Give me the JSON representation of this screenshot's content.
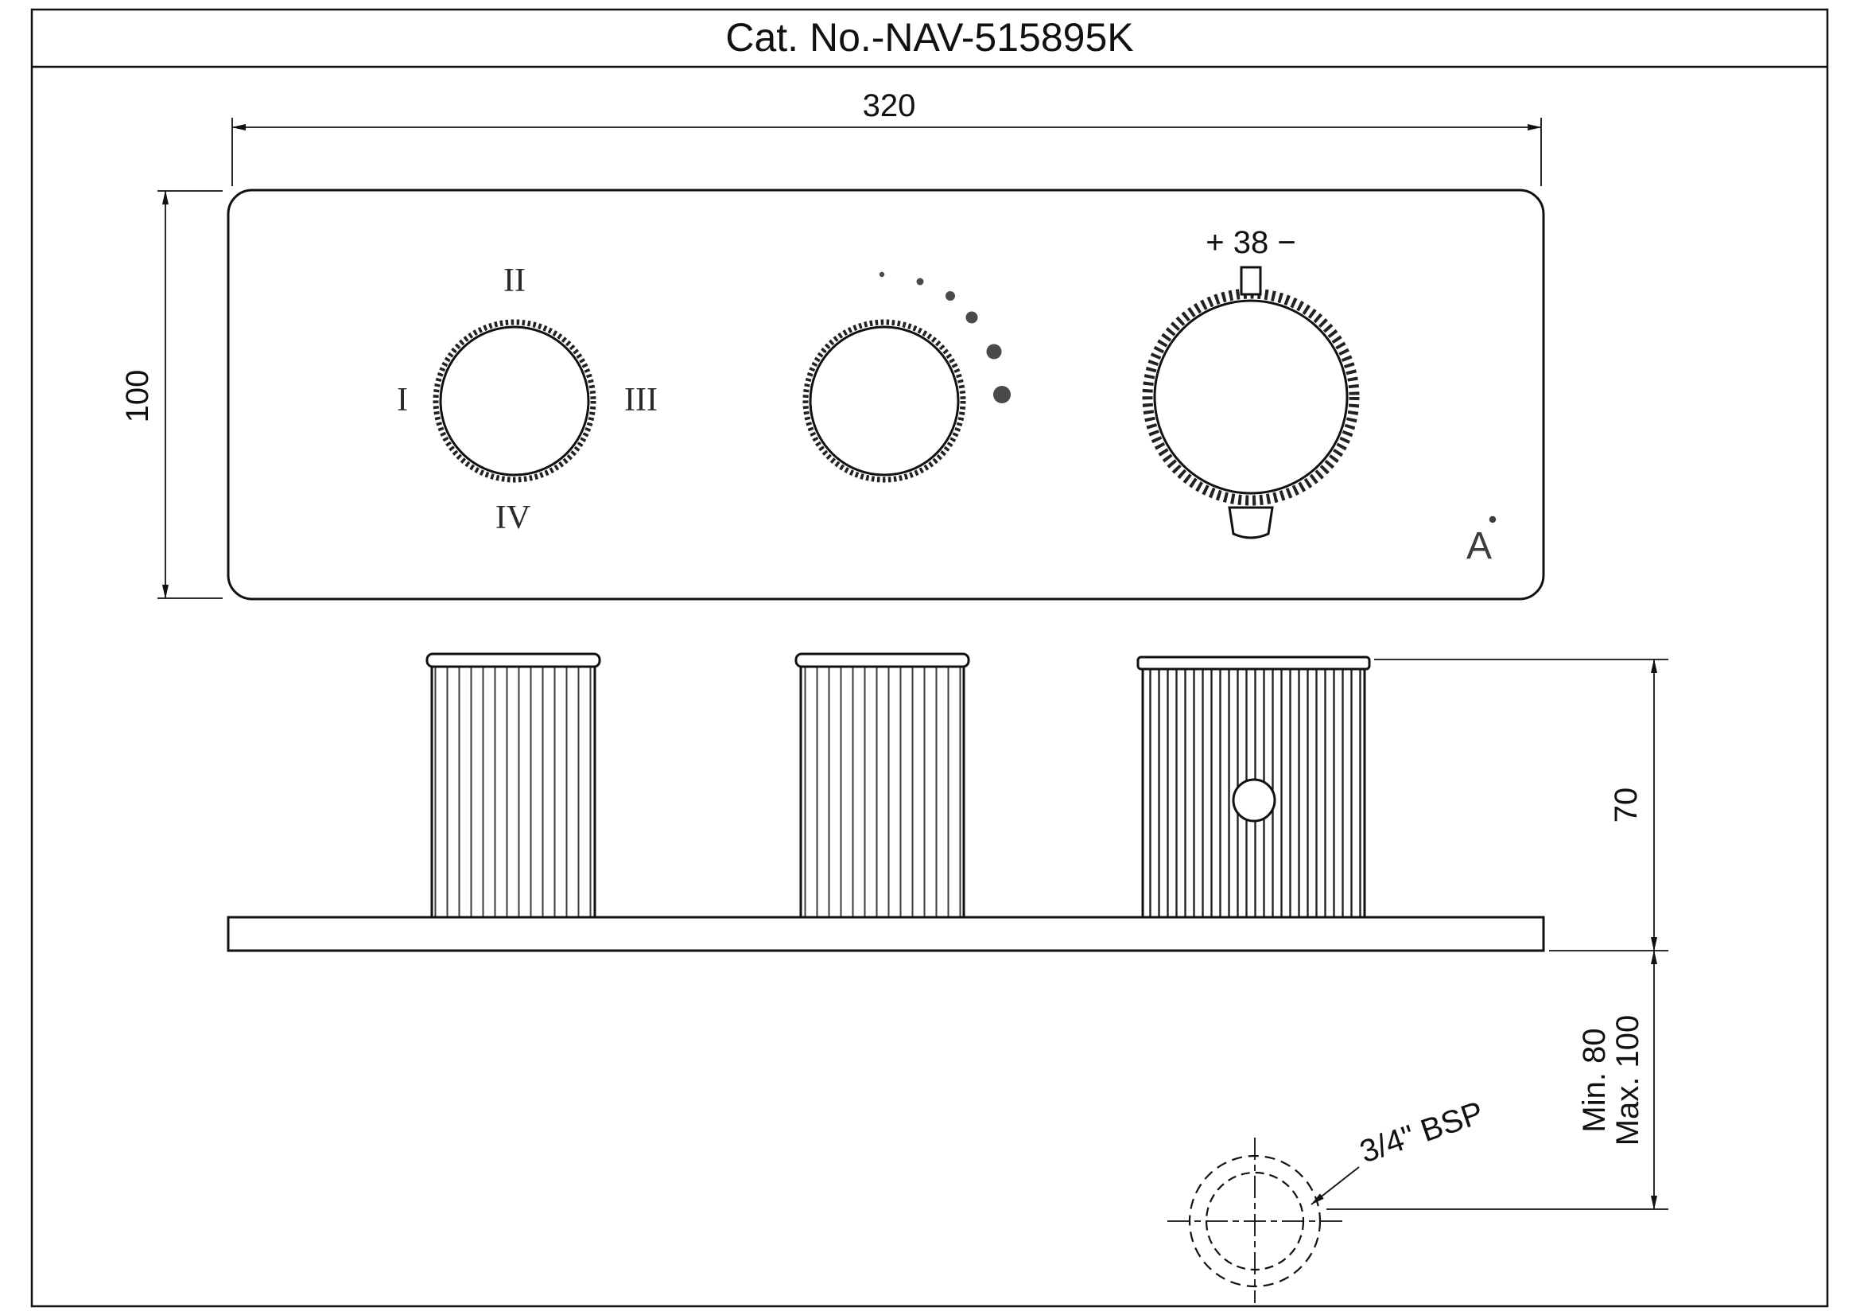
{
  "title": "Cat. No.-NAV-515895K",
  "dimensions": {
    "faceplate_width": "320",
    "faceplate_height": "100",
    "knob_depth": "70",
    "install_min": "Min. 80",
    "install_max": "Max. 100",
    "thread_size": "3/4\" BSP"
  },
  "temperature_knob": {
    "scale_label": "+ 38 −"
  },
  "diverter_knob": {
    "position_top": "II",
    "position_left": "I",
    "position_right": "III",
    "position_bottom": "IV"
  },
  "brand": {
    "mark": "A"
  }
}
